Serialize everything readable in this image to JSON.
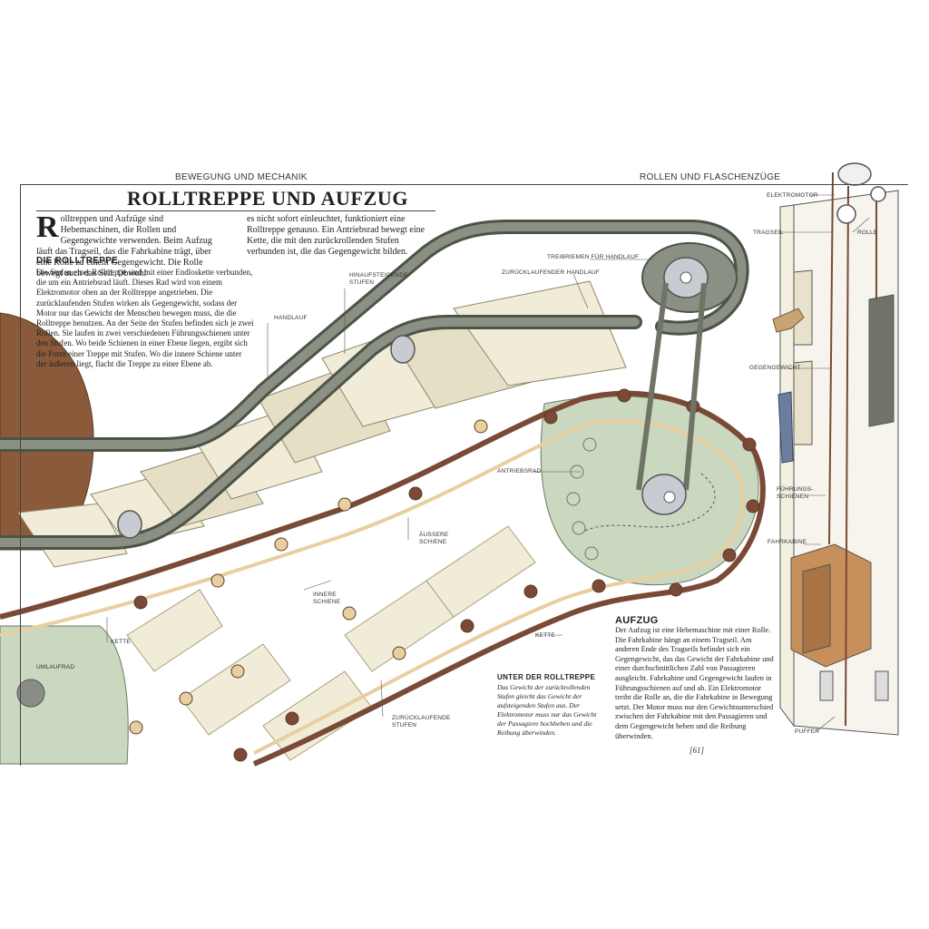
{
  "header": {
    "left": "BEWEGUNG UND MECHANIK",
    "right": "ROLLEN UND FLASCHENZÜGE"
  },
  "title": "ROLLTREPPE UND AUFZUG",
  "intro": {
    "drop_letter": "R",
    "col1_rest": "olltreppen und Aufzüge sind Hebemaschinen, die Rollen und Gegengewichte verwenden. Beim Aufzug läuft das Tragseil, das die Fahrkabine trägt, über eine Rolle zu einem Gegengewicht. Die Rolle bewegt auch das Seil. Obwohl",
    "col2": "es nicht sofort einleuchtet, funktioniert eine Rolltreppe genauso. Ein Antriebsrad bewegt eine Kette, die mit den zurückrollenden Stufen verbunden ist, die das Gegengewicht bilden."
  },
  "rolltreppe": {
    "heading": "DIE ROLLTREPPE",
    "text": "Die Stufen einer Rolltreppe sind mit einer Endloskette verbunden, die um ein Antriebsrad läuft. Dieses Rad wird von einem Elektromotor oben an der Rolltreppe angetrieben. Die zurücklaufenden Stufen wirken als Gegengewicht, sodass der Motor nur das Gewicht der Menschen bewegen muss, die die Rolltreppe benutzen. An der Seite der Stufen befinden sich je zwei Rollen. Sie laufen in zwei verschiedenen Führungsschienen unter den Stufen. Wo beide Schienen in einer Ebene liegen, ergibt sich die Form einer Treppe mit Stufen. Wo die innere Schiene unter der äußeren liegt, flacht die Treppe zu einer Ebene ab."
  },
  "unter": {
    "heading": "UNTER DER ROLLTREPPE",
    "text": "Das Gewicht der zurückrollenden Stufen gleicht das Gewicht der aufsteigenden Stufen aus. Der Elektromotor muss nur das Gewicht der Passagiere hochheben und die Reibung überwinden."
  },
  "aufzug": {
    "heading": "AUFZUG",
    "text": "Der Aufzug ist eine Hebemaschine mit einer Rolle. Die Fahrkabine hängt an einem Tragseil. Am anderen Ende des Tragseils befindet sich ein Gegengewicht, das das Gewicht der Fahrkabine und einer durchschnittlichen Zahl von Passagieren ausgleicht. Fahrkabine und Gegengewicht laufen in Führungsschienen auf und ab. Ein Elektromotor treibt die Rolle an, die die Fahrkabine in Bewegung setzt. Der Motor muss nur den Gewichtsunterschied zwischen der Fahrkabine mit den Passagieren und dem Gegengewicht heben und die Reibung überwinden."
  },
  "labels": {
    "treibriemen": "TREIBRIEMEN FÜR HANDLAUF",
    "zurueck_handlauf": "ZURÜCKLAUFENDER HANDLAUF",
    "hinauf_1": "HINAUFSTEIGENDE",
    "hinauf_2": "STUFEN",
    "handlauf": "HANDLAUF",
    "antriebsrad": "ANTRIEBSRAD",
    "aeussere_1": "ÄUSSERE",
    "aeussere_2": "SCHIENE",
    "innere_1": "INNERE",
    "innere_2": "SCHIENE",
    "kette_left": "KETTE",
    "kette_right": "KETTE",
    "umlaufrad": "UMLAUFRAD",
    "zurueck_stufen_1": "ZURÜCKLAUFENDE",
    "zurueck_stufen_2": "STUFEN",
    "elektromotor": "ELEKTROMOTOR",
    "tragseil": "TRAGSEIL",
    "rolle": "ROLLE",
    "gegengewicht": "GEGENGEWICHT",
    "fuehrung_1": "FÜHRUNGS-",
    "fuehrung_2": "SCHIENEN",
    "fahrkabine": "FAHRKABINE",
    "puffer": "PUFFER"
  },
  "page_number": "[61]",
  "colors": {
    "handrail": "#6f7467",
    "steps": "#f1ecd8",
    "step_shade": "#cfc7a9",
    "gear": "#c9d8bf",
    "chain": "#7a4a36",
    "roller": "#e8cfa0",
    "bear": "#8a5a3a"
  }
}
